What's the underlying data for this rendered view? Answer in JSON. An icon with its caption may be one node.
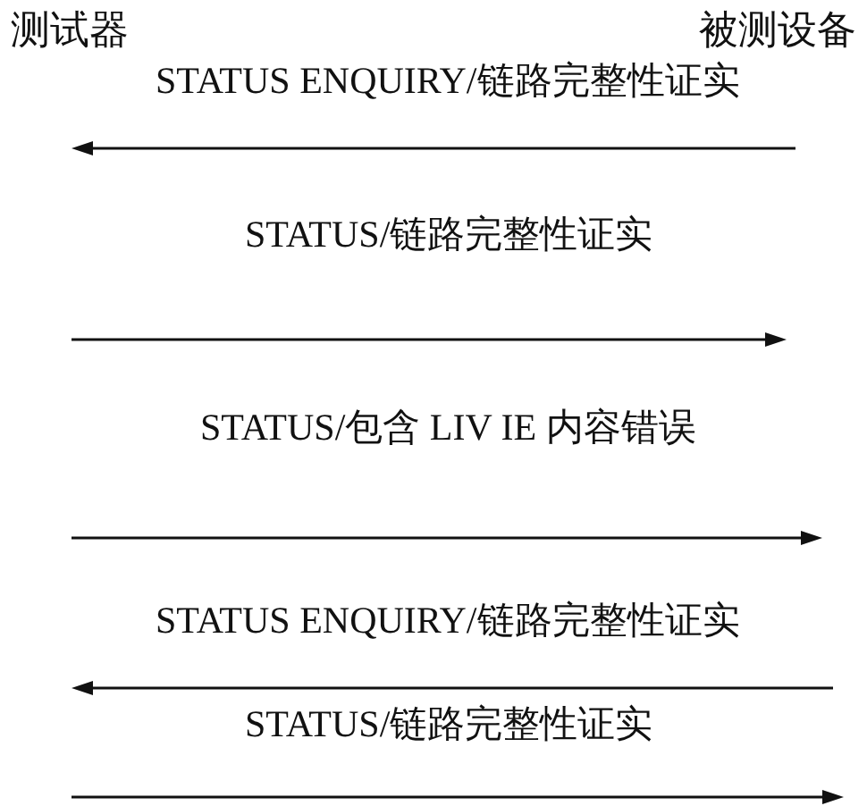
{
  "diagram": {
    "nodes": [
      {
        "text": [
          "测试器"
        ]
      },
      {
        "text": [
          "被测设备"
        ]
      }
    ],
    "labels": [
      "STATUS ENQUIRY/链路完整性证实",
      "STATUS/链路完整性证实",
      "STATUS/包含 LIV IE 内容错误",
      "STATUS ENQUIRY/链路完整性证实",
      "STATUS/链路完整性证实"
    ]
  }
}
